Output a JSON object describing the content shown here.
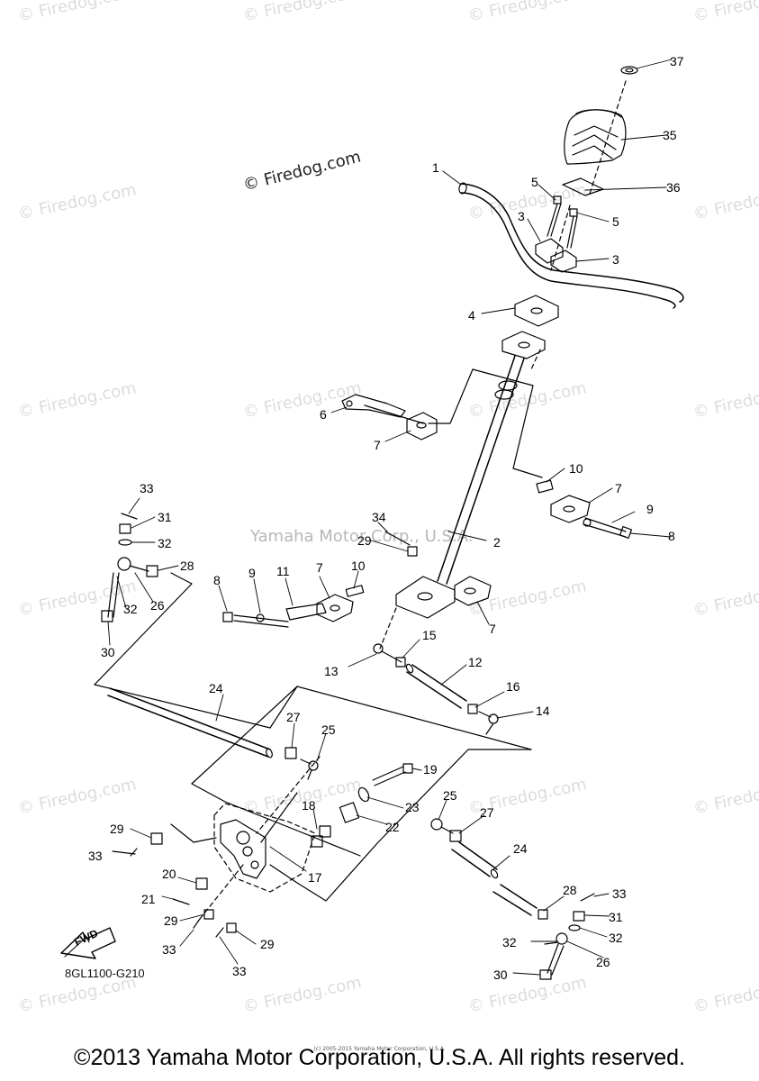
{
  "watermark": "© Firedog.com",
  "diagram_credit": "© Firedog.com",
  "center_watermark": "Yamaha Motor Corp., U.S.A.",
  "diagram_code": "8GL1100-G210",
  "fwd_label": "FWD",
  "footer": "©2013 Yamaha Motor Corporation, U.S.A. All rights reserved.",
  "tiny_footer": "(c) 2005-2015 Yamaha Motor Corporation, U.S.A.",
  "callouts": {
    "c1": "1",
    "c2": "2",
    "c3a": "3",
    "c3b": "3",
    "c4": "4",
    "c5a": "5",
    "c5b": "5",
    "c6": "6",
    "c7a": "7",
    "c7b": "7",
    "c7c": "7",
    "c7d": "7",
    "c8a": "8",
    "c8b": "8",
    "c9a": "9",
    "c9b": "9",
    "c10a": "10",
    "c10b": "10",
    "c11": "11",
    "c12": "12",
    "c13": "13",
    "c14": "14",
    "c15": "15",
    "c16": "16",
    "c17": "17",
    "c18": "18",
    "c19": "19",
    "c20": "20",
    "c21": "21",
    "c22": "22",
    "c23": "23",
    "c24a": "24",
    "c24b": "24",
    "c25a": "25",
    "c25b": "25",
    "c26a": "26",
    "c26b": "26",
    "c27a": "27",
    "c27b": "27",
    "c28a": "28",
    "c28b": "28",
    "c29a": "29",
    "c29b": "29",
    "c29c": "29",
    "c29d": "29",
    "c30a": "30",
    "c30b": "30",
    "c31a": "31",
    "c31b": "31",
    "c32a": "32",
    "c32b": "32",
    "c32c": "32",
    "c32d": "32",
    "c33a": "33",
    "c33b": "33",
    "c33c": "33",
    "c33d": "33",
    "c33e": "33",
    "c34": "34",
    "c35": "35",
    "c36": "36",
    "c37": "37"
  }
}
